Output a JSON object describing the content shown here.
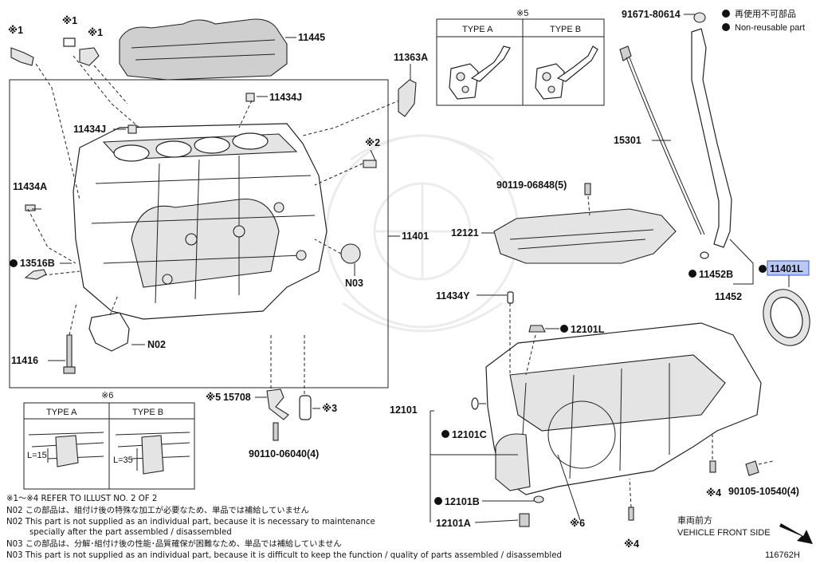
{
  "legend": {
    "reusable_note": "再使用不可部品",
    "nonreusable_note": "Non-reusable part"
  },
  "inset_top": {
    "mark": "※5",
    "type_a": "TYPE A",
    "type_b": "TYPE B"
  },
  "inset_bottom": {
    "mark": "※6",
    "type_a": "TYPE A",
    "type_b": "TYPE B",
    "dim_a": "L=15",
    "dim_b": "L=35"
  },
  "parts": {
    "p_91671": "91671-80614",
    "p_11445": "11445",
    "p_11363a": "11363A",
    "p_11434j_top": "11434J",
    "p_11434j_left": "11434J",
    "p_mark2": "※2",
    "p_11434a": "11434A",
    "p_13516b": "13516B",
    "p_11401": "11401",
    "p_n03": "N03",
    "p_n02": "N02",
    "p_11416": "11416",
    "p_15708": "15708",
    "p_mark5": "※5",
    "p_mark3": "※3",
    "p_90110": "90110-06040(4)",
    "p_90119": "90119-06848(5)",
    "p_12121": "12121",
    "p_15301": "15301",
    "p_11452b": "11452B",
    "p_11452": "11452",
    "p_11401l": "11401L",
    "p_11434y": "11434Y",
    "p_12101l": "12101L",
    "p_12101": "12101",
    "p_12101c": "12101C",
    "p_12101b": "12101B",
    "p_12101a": "12101A",
    "p_mark4a": "※4",
    "p_mark4b": "※4",
    "p_mark6": "※6",
    "p_90105": "90105-10540(4)",
    "p_mark1a": "※1",
    "p_mark1b": "※1",
    "p_mark1c": "※1"
  },
  "front": {
    "jp": "車両前方",
    "en": "VEHICLE FRONT SIDE"
  },
  "notes": {
    "refer": "※1～※4  REFER TO ILLUST NO. 2 OF 2",
    "n02_jp": "N02  この部品は、組付け後の特殊な加工が必要なため、単品では補給していません",
    "n02_en": "N02  This part is not supplied as an individual part, because it is necessary to maintenance",
    "n02_en2": "specially after the part assembled / disassembled",
    "n03_jp": "N03  この部品は、分解･組付け後の性能･品質確保が困難なため、単品では補給していません",
    "n03_en": "N03  This part is not supplied as an individual part, because it is difficult to keep the function / quality of parts  assembled / disassembled"
  },
  "illust_id": "116762H"
}
